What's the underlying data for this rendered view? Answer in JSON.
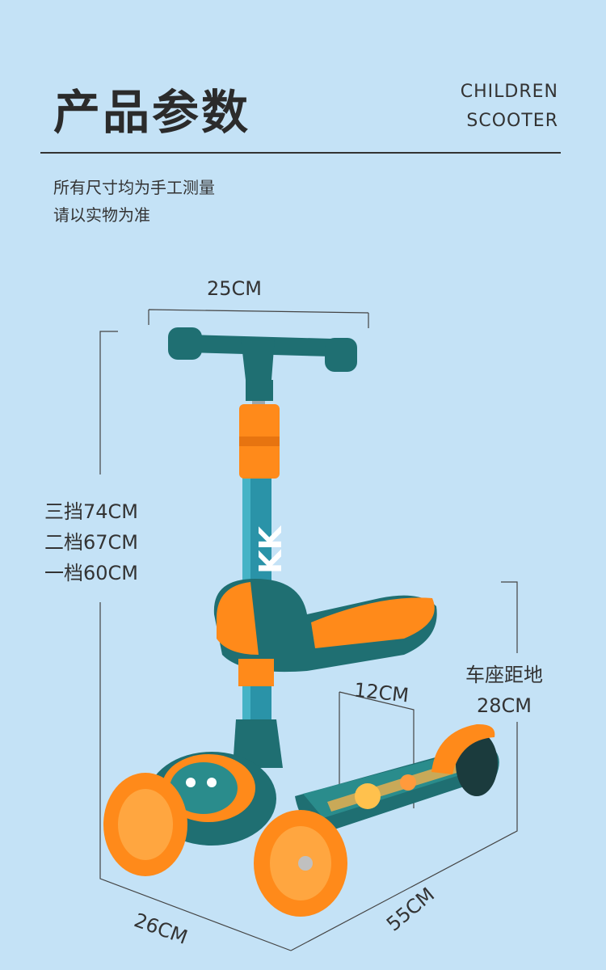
{
  "header": {
    "title": "产品参数",
    "english_line1": "CHILDREN",
    "english_line2": "SCOOTER"
  },
  "note": {
    "line1": "所有尺寸均为手工测量",
    "line2": "请以实物为准"
  },
  "dimensions": {
    "handlebar_width": "25CM",
    "height_gear3": "三挡74CM",
    "height_gear2": "二档67CM",
    "height_gear1": "一档60CM",
    "seat_ground_label": "车座距地",
    "seat_ground_value": "28CM",
    "seat_gap": "12CM",
    "base_width": "26CM",
    "length": "55CM"
  },
  "colors": {
    "background": "#c4e2f6",
    "frame": "#1f6f72",
    "accent": "#ff8a1a"
  }
}
